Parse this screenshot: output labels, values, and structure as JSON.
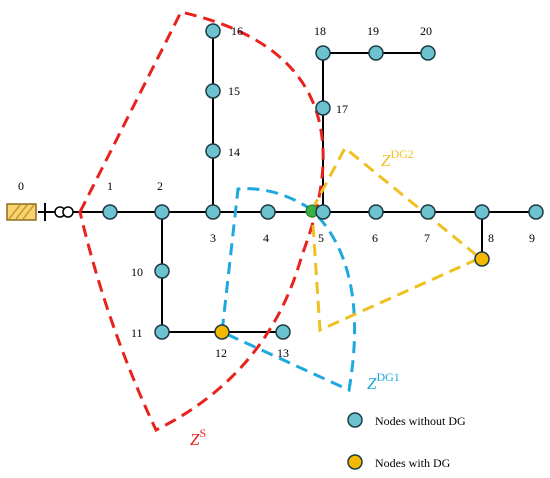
{
  "colors": {
    "node_no_dg": "#6cc3cf",
    "node_dg": "#f5b800",
    "junction": "#3cb043",
    "zone_s": "#e8231d",
    "zone_dg1": "#1ea8e0",
    "zone_dg2": "#f0c020",
    "line": "#000000",
    "source_fill": "#f8d470"
  },
  "source_label": "0",
  "nodes": [
    {
      "id": "1",
      "label": "1",
      "dg": false
    },
    {
      "id": "2",
      "label": "2",
      "dg": false
    },
    {
      "id": "3",
      "label": "3",
      "dg": false
    },
    {
      "id": "4",
      "label": "4",
      "dg": false
    },
    {
      "id": "5",
      "label": "5",
      "dg": false
    },
    {
      "id": "6",
      "label": "6",
      "dg": false
    },
    {
      "id": "7",
      "label": "7",
      "dg": false
    },
    {
      "id": "8",
      "label": "8",
      "dg": true
    },
    {
      "id": "9",
      "label": "9",
      "dg": false
    },
    {
      "id": "10",
      "label": "10",
      "dg": false
    },
    {
      "id": "11",
      "label": "11",
      "dg": false
    },
    {
      "id": "12",
      "label": "12",
      "dg": true
    },
    {
      "id": "13",
      "label": "13",
      "dg": false
    },
    {
      "id": "14",
      "label": "14",
      "dg": false
    },
    {
      "id": "15",
      "label": "15",
      "dg": false
    },
    {
      "id": "16",
      "label": "16",
      "dg": false
    },
    {
      "id": "17",
      "label": "17",
      "dg": false
    },
    {
      "id": "18",
      "label": "18",
      "dg": false
    },
    {
      "id": "19",
      "label": "19",
      "dg": false
    },
    {
      "id": "20",
      "label": "20",
      "dg": false
    }
  ],
  "zones": {
    "s": {
      "main": "Z",
      "sup": "S"
    },
    "dg1": {
      "main": "Z",
      "sup": "DG1"
    },
    "dg2": {
      "main": "Z",
      "sup": "DG2"
    }
  },
  "legend": {
    "without_dg": "Nodes without DG",
    "with_dg": "Nodes with DG"
  }
}
